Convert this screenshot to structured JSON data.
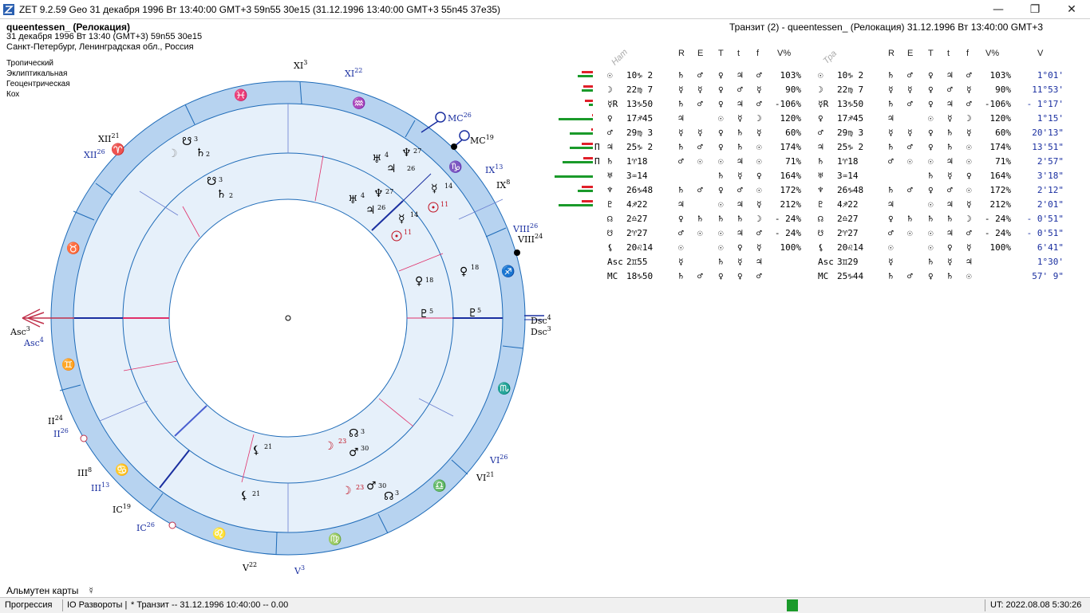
{
  "window": {
    "title": "ZET 9.2.59 Geo    31 декабря 1996  Вт  13:40:00 GMT+3 59n55  30e15  (31.12.1996  13:40:00 GMT+3 55n45 37e35)",
    "minimize": "—",
    "maximize": "❐",
    "close": "✕"
  },
  "header": {
    "chart_name": "queentessen_ (Релокация)",
    "date_line": "31 декабря 1996  Вт  13:40 (GMT+3) 59n55  30e15",
    "place": "Санкт-Петербург, Ленинградская обл., Россия",
    "transit_title": "Транзит (2) - queentessen_ (Релокация) 31.12.1996  Вт 13:40:00 GMT+3"
  },
  "systems": [
    "Тропический",
    "Эклиптикальная",
    "Геоцентрическая",
    "Кох"
  ],
  "wheel": {
    "signs": [
      "♓",
      "♒",
      "♑",
      "♐",
      "♏",
      "♎",
      "♍",
      "♌",
      "♋",
      "♊",
      "♉",
      "♈"
    ],
    "cusps": {
      "xi": "XI",
      "xi_n": "3",
      "xii_r": "XII",
      "xii_r_n": "21",
      "xii": "XII",
      "xii_n": "26",
      "xi_r": "XI",
      "xi_r_n": "22",
      "mc": "MC",
      "mc_n": "26",
      "mc_r": "MC",
      "mc_r_n": "19",
      "ix": "IX",
      "ix_n": "13",
      "ix_r": "IX",
      "ix_r_n": "8",
      "viii": "VIII",
      "viii_n": "26",
      "viii_r": "VIII",
      "viii_r_n": "24",
      "dsc": "Dsc",
      "dsc_n": "4",
      "dsc_r": "Dsc",
      "dsc_r_n": "3",
      "asc": "Asc",
      "asc_n": "3",
      "asc_r": "Asc",
      "asc_r_n": "4",
      "ii": "II",
      "ii_n": "24",
      "ii_r": "II",
      "ii_r_n": "26",
      "iii": "III",
      "iii_n": "8",
      "iii_r": "III",
      "iii_r_n": "13",
      "ic": "IC",
      "ic_n": "19",
      "ic_r": "IC",
      "ic_r_n": "26",
      "v": "V",
      "v_n": "22",
      "v_r": "V",
      "v_r_n": "3",
      "vi": "VI",
      "vi_n": "26",
      "vi_r": "VI",
      "vi_r_n": "21"
    }
  },
  "table": {
    "nat_label": "Нат",
    "tra_label": "Тра",
    "cols_left": [
      "R",
      "E",
      "T",
      "t",
      "f",
      "V%"
    ],
    "cols_right": [
      "R",
      "E",
      "T",
      "t",
      "f",
      "V%",
      "V"
    ],
    "rows": [
      {
        "pre": "",
        "pl": "☉",
        "pos": "10♑ 2",
        "d": [
          "♄",
          "♂",
          "♀",
          "♃",
          "♂"
        ],
        "v": "103%",
        "tpl": "☉",
        "tpos": "10♑ 2",
        "td": [
          "♄",
          "♂",
          "♀",
          "♃",
          "♂"
        ],
        "tv": "103%",
        "spd": "1°01'"
      },
      {
        "pre": "",
        "pl": "☽",
        "pos": "22♍ 7",
        "d": [
          "☿",
          "☿",
          "♀",
          "♂",
          "☿"
        ],
        "v": "90%",
        "tpl": "☽",
        "tpos": "22♍ 7",
        "td": [
          "☿",
          "☿",
          "♀",
          "♂",
          "☿"
        ],
        "tv": "90%",
        "spd": "11°53'"
      },
      {
        "pre": "",
        "pl": "☿R",
        "pos": "13♑50",
        "d": [
          "♄",
          "♂",
          "♀",
          "♃",
          "♂"
        ],
        "v": "-106%",
        "tpl": "☿R",
        "tpos": "13♑50",
        "td": [
          "♄",
          "♂",
          "♀",
          "♃",
          "♂"
        ],
        "tv": "-106%",
        "spd": "- 1°17'"
      },
      {
        "pre": "",
        "pl": "♀",
        "pos": "17♐45",
        "d": [
          "♃",
          "",
          "☉",
          "☿",
          "☽"
        ],
        "v": "120%",
        "tpl": "♀",
        "tpos": "17♐45",
        "td": [
          "♃",
          "",
          "☉",
          "☿",
          "☽"
        ],
        "tv": "120%",
        "spd": "1°15'"
      },
      {
        "pre": "",
        "pl": "♂",
        "pos": "29♍ 3",
        "d": [
          "☿",
          "☿",
          "♀",
          "♄",
          "☿"
        ],
        "v": "60%",
        "tpl": "♂",
        "tpos": "29♍ 3",
        "td": [
          "☿",
          "☿",
          "♀",
          "♄",
          "☿"
        ],
        "tv": "60%",
        "spd": "20'13\""
      },
      {
        "pre": "Π",
        "pl": "♃",
        "pos": "25♑ 2",
        "d": [
          "♄",
          "♂",
          "♀",
          "♄",
          "☉"
        ],
        "v": "174%",
        "tpl": "♃",
        "tpos": "25♑ 2",
        "td": [
          "♄",
          "♂",
          "♀",
          "♄",
          "☉"
        ],
        "tv": "174%",
        "spd": "13'51\""
      },
      {
        "pre": "Π",
        "pl": "♄",
        "pos": "1♈18",
        "d": [
          "♂",
          "☉",
          "☉",
          "♃",
          "☉"
        ],
        "v": "71%",
        "tpl": "♄",
        "tpos": "1♈18",
        "td": [
          "♂",
          "☉",
          "☉",
          "♃",
          "☉"
        ],
        "tv": "71%",
        "spd": "2'57\""
      },
      {
        "pre": "",
        "pl": "♅",
        "pos": "3♒14",
        "d": [
          "",
          "",
          "♄",
          "☿",
          "♀"
        ],
        "v": "164%",
        "tpl": "♅",
        "tpos": "3♒14",
        "td": [
          "",
          "",
          "♄",
          "☿",
          "♀"
        ],
        "tv": "164%",
        "spd": "3'18\""
      },
      {
        "pre": "",
        "pl": "♆",
        "pos": "26♑48",
        "d": [
          "♄",
          "♂",
          "♀",
          "♂",
          "☉"
        ],
        "v": "172%",
        "tpl": "♆",
        "tpos": "26♑48",
        "td": [
          "♄",
          "♂",
          "♀",
          "♂",
          "☉"
        ],
        "tv": "172%",
        "spd": "2'12\""
      },
      {
        "pre": "",
        "pl": "♇",
        "pos": "4♐22",
        "d": [
          "♃",
          "",
          "☉",
          "♃",
          "☿"
        ],
        "v": "212%",
        "tpl": "♇",
        "tpos": "4♐22",
        "td": [
          "♃",
          "",
          "☉",
          "♃",
          "☿"
        ],
        "tv": "212%",
        "spd": "2'01\""
      },
      {
        "pre": "",
        "pl": "☊",
        "pos": "2♎27",
        "d": [
          "♀",
          "♄",
          "♄",
          "♄",
          "☽"
        ],
        "v": "- 24%",
        "tpl": "☊",
        "tpos": "2♎27",
        "td": [
          "♀",
          "♄",
          "♄",
          "♄",
          "☽"
        ],
        "tv": "- 24%",
        "spd": "- 0'51\""
      },
      {
        "pre": "",
        "pl": "☋",
        "pos": "2♈27",
        "d": [
          "♂",
          "☉",
          "☉",
          "♃",
          "♂"
        ],
        "v": "- 24%",
        "tpl": "☋",
        "tpos": "2♈27",
        "td": [
          "♂",
          "☉",
          "☉",
          "♃",
          "♂"
        ],
        "tv": "- 24%",
        "spd": "- 0'51\""
      },
      {
        "pre": "",
        "pl": "⚸",
        "pos": "20♌14",
        "d": [
          "☉",
          "",
          "☉",
          "♀",
          "☿"
        ],
        "v": "100%",
        "tpl": "⚸",
        "tpos": "20♌14",
        "td": [
          "☉",
          "",
          "☉",
          "♀",
          "☿"
        ],
        "tv": "100%",
        "spd": "6'41\""
      },
      {
        "pre": "",
        "pl": "Asc",
        "pos": "2♊55",
        "d": [
          "☿",
          "",
          "♄",
          "☿",
          "♃"
        ],
        "v": "",
        "tpl": "Asc",
        "tpos": "3♊29",
        "td": [
          "☿",
          "",
          "♄",
          "☿",
          "♃"
        ],
        "tv": "",
        "spd": "1°30'"
      },
      {
        "pre": "",
        "pl": "MC",
        "pos": "18♑50",
        "d": [
          "♄",
          "♂",
          "♀",
          "♀",
          "♂"
        ],
        "v": "",
        "tpl": "MC",
        "tpos": "25♑44",
        "td": [
          "♄",
          "♂",
          "♀",
          "♄",
          "☉"
        ],
        "tv": "",
        "spd": "57' 9\""
      }
    ],
    "bars": [
      {
        "red": 0.3,
        "green": 0.4
      },
      {
        "red": 0.25,
        "green": 0.3
      },
      {
        "red": 0.2,
        "green": 0.1
      },
      {
        "red": 0.02,
        "green": 0.9
      },
      {
        "red": 0.05,
        "green": 0.6
      },
      {
        "red": 0.3,
        "green": 0.6
      },
      {
        "red": 0.25,
        "green": 0.8
      },
      {
        "red": 0.0,
        "green": 1.0
      },
      {
        "red": 0.3,
        "green": 0.4
      },
      {
        "red": 0.3,
        "green": 0.9
      }
    ]
  },
  "almuten": {
    "label": "Альмутен карты",
    "symbol": "☿"
  },
  "status": {
    "progression": "Прогрессия",
    "io": "IO Развороты |",
    "transit": "*  Транзит -- 31.12.1996 10:40:00 -- 0.00",
    "ut": "UT: 2022.08.08  5:30:26"
  },
  "colors": {
    "accent": "#1565c0",
    "ring": "#a9c9ec",
    "inner": "#e3eef9",
    "cusp_blue": "#1a3a9a",
    "cusp_red": "#e0306a"
  }
}
